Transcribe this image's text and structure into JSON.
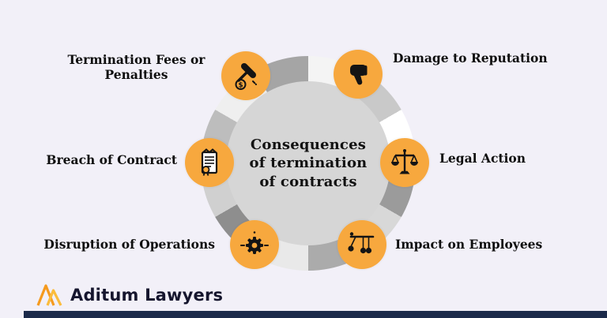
{
  "title_lines": {
    "l1": "Consequences",
    "l2": "of termination",
    "l3": "of contracts"
  },
  "items": [
    {
      "label": "Termination Fees or Penalties",
      "icon": "gavel-dollar-icon"
    },
    {
      "label": "Damage to Reputation",
      "icon": "thumbs-down-icon"
    },
    {
      "label": "Breach of Contract",
      "icon": "contract-document-icon"
    },
    {
      "label": "Legal Action",
      "icon": "scales-of-justice-icon"
    },
    {
      "label": "Disruption of Operations",
      "icon": "broken-gear-icon"
    },
    {
      "label": "Impact on Employees",
      "icon": "pendulum-icon"
    }
  ],
  "logo": {
    "name": "Aditum Lawyers"
  },
  "colors": {
    "background": "#F2F0F8",
    "node_orange": "#F7A83E",
    "inner_circle": "#D6D6D6",
    "footer_bar": "#1B2A4A",
    "logo_orange": "#F59A1E",
    "logo_yellow": "#FBBC3C",
    "icon_ink": "#141414"
  }
}
